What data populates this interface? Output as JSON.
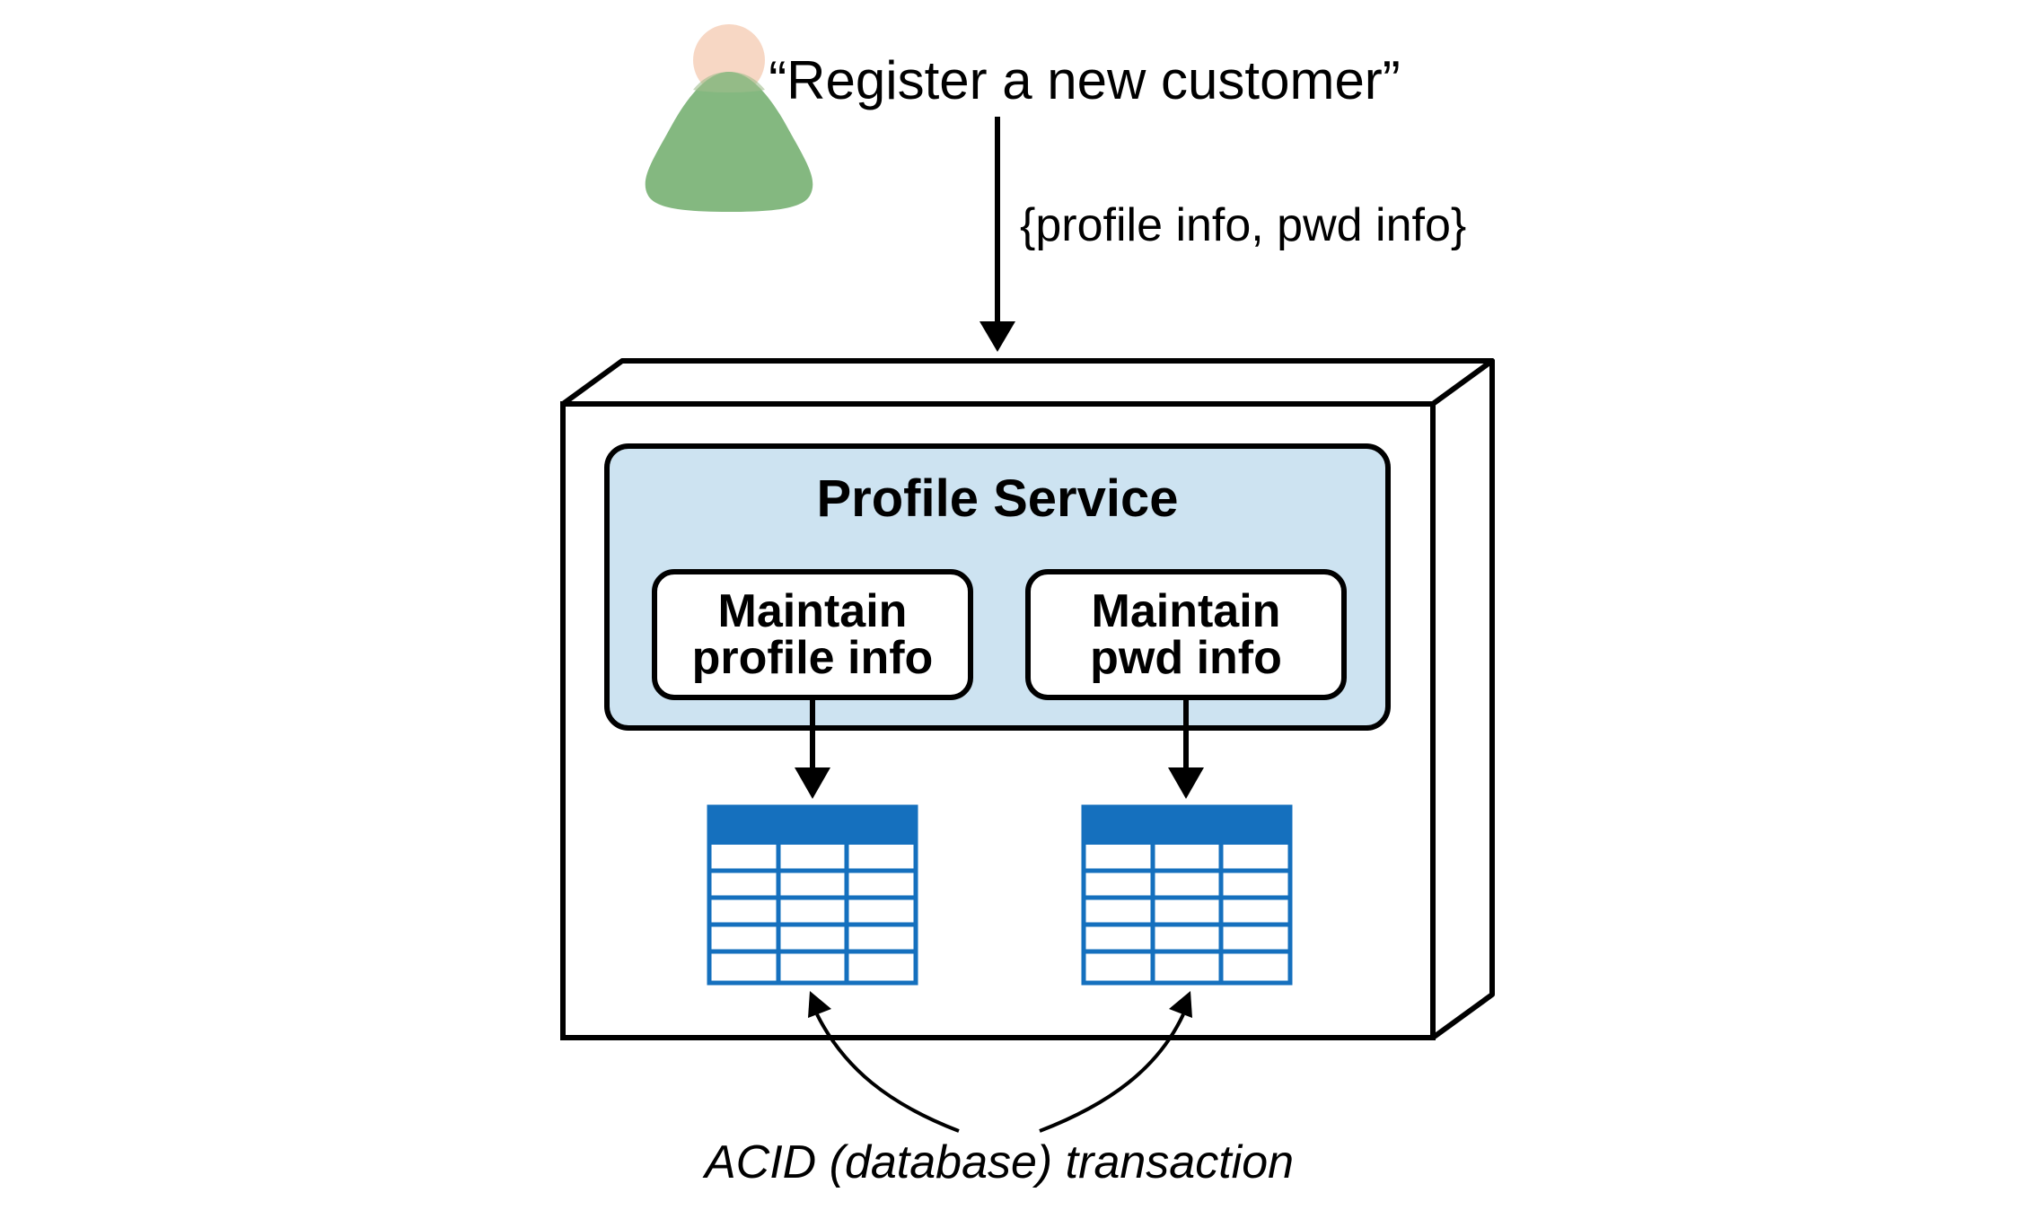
{
  "request": {
    "title": "“Register a new customer”",
    "payload_label": "{profile info, pwd info}"
  },
  "service": {
    "title": "Profile Service",
    "components": [
      {
        "line1": "Maintain",
        "line2": "profile info"
      },
      {
        "line1": "Maintain",
        "line2": "pwd info"
      }
    ]
  },
  "caption": "ACID (database) transaction",
  "colors": {
    "person_head": "#f7d7c4",
    "person_body": "#84b880",
    "service_fill": "#cde3f1",
    "table_blue": "#1570be",
    "line": "#000000"
  }
}
